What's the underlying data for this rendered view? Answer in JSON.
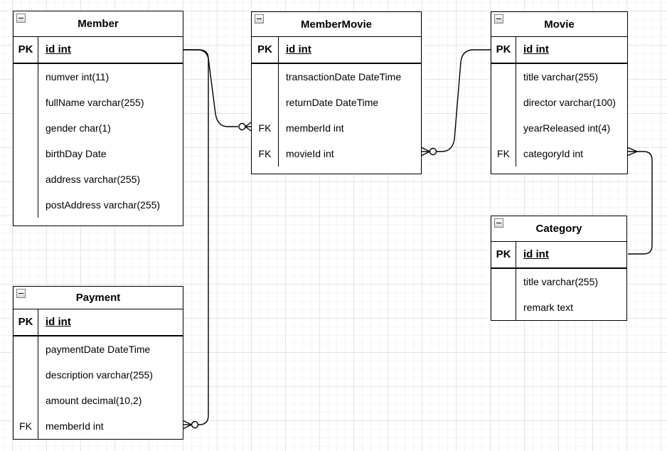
{
  "diagram": {
    "type": "entity-relationship",
    "tables": [
      {
        "name": "Member",
        "rows": [
          {
            "key": "PK",
            "text": "id int",
            "pk": true
          },
          {
            "key": "",
            "text": "numver int(11)"
          },
          {
            "key": "",
            "text": "fullName varchar(255)"
          },
          {
            "key": "",
            "text": "gender char(1)"
          },
          {
            "key": "",
            "text": "birthDay Date"
          },
          {
            "key": "",
            "text": "address varchar(255)"
          },
          {
            "key": "",
            "text": "postAddress varchar(255)"
          }
        ]
      },
      {
        "name": "MemberMovie",
        "rows": [
          {
            "key": "PK",
            "text": "id int",
            "pk": true
          },
          {
            "key": "",
            "text": "transactionDate DateTime"
          },
          {
            "key": "",
            "text": "returnDate DateTime"
          },
          {
            "key": "FK",
            "text": "memberId int"
          },
          {
            "key": "FK",
            "text": "movieId int"
          }
        ]
      },
      {
        "name": "Movie",
        "rows": [
          {
            "key": "PK",
            "text": "id int",
            "pk": true
          },
          {
            "key": "",
            "text": "title varchar(255)"
          },
          {
            "key": "",
            "text": "director varchar(100)"
          },
          {
            "key": "",
            "text": "yearReleased int(4)"
          },
          {
            "key": "FK",
            "text": "categoryId int"
          }
        ]
      },
      {
        "name": "Category",
        "rows": [
          {
            "key": "PK",
            "text": "id int",
            "pk": true
          },
          {
            "key": "",
            "text": "title varchar(255)"
          },
          {
            "key": "",
            "text": "remark text"
          }
        ]
      },
      {
        "name": "Payment",
        "rows": [
          {
            "key": "PK",
            "text": "id int",
            "pk": true
          },
          {
            "key": "",
            "text": "paymentDate DateTime"
          },
          {
            "key": "",
            "text": "description varchar(255)"
          },
          {
            "key": "",
            "text": "amount decimal(10,2)"
          },
          {
            "key": "FK",
            "text": "memberId int"
          }
        ]
      }
    ],
    "relationships": [
      {
        "from": "Member.id",
        "to": "MemberMovie.memberId",
        "notation_at_many_end": "zero-or-many"
      },
      {
        "from": "Member.id",
        "to": "Payment.memberId",
        "notation_at_many_end": "zero-or-many"
      },
      {
        "from": "Movie.id",
        "to": "MemberMovie.movieId",
        "notation_at_many_end": "zero-or-many"
      },
      {
        "from": "Category.id",
        "to": "Movie.categoryId",
        "notation_at_many_end": "many"
      }
    ],
    "colors": {
      "table_bg": "#ffffff",
      "stroke": "#000000",
      "grid_major": "#e4e4ea",
      "grid_minor": "#f4f4f8"
    }
  }
}
